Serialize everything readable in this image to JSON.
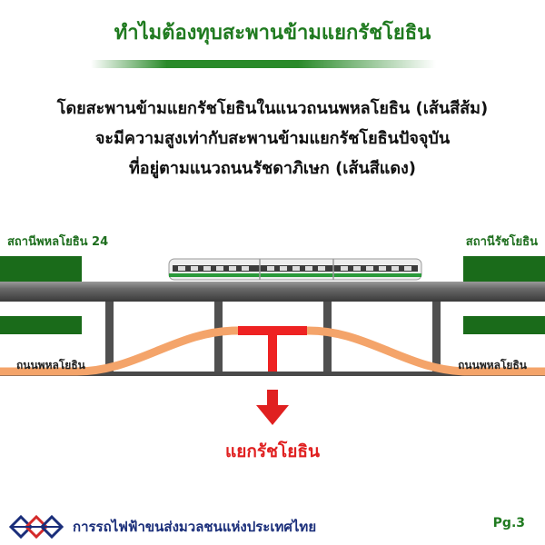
{
  "title": "ทำไมต้องทุบสะพานข้ามแยกรัชโยธิน",
  "paragraph": {
    "line1": "โดยสะพานข้ามแยกรัชโยธินในแนวถนนพหลโยธิน (เส้นสีส้ม)",
    "line2": "จะมีความสูงเท่ากับสะพานข้ามแยกรัชโยธินปัจจุบัน",
    "line3": "ที่อยู่ตามแนวถนนรัชดาภิเษก (เส้นสีแดง)"
  },
  "diagram": {
    "station_left": "สถานีพหลโยธิน 24",
    "station_right": "สถานีรัชโยธิน",
    "road_left": "ถนนพหลโยธิน",
    "road_right": "ถนนพหลโยธิน",
    "junction_label": "แยกรัชโยธิน",
    "colors": {
      "orange_bridge": "#f4a46a",
      "red_bridge": "#ee2222",
      "viaduct": "#5a5a5a",
      "station_green": "#1a6b1a"
    }
  },
  "footer": {
    "org_name": "การรถไฟฟ้าขนส่งมวลชนแห่งประเทศไทย",
    "page": "Pg.3"
  }
}
